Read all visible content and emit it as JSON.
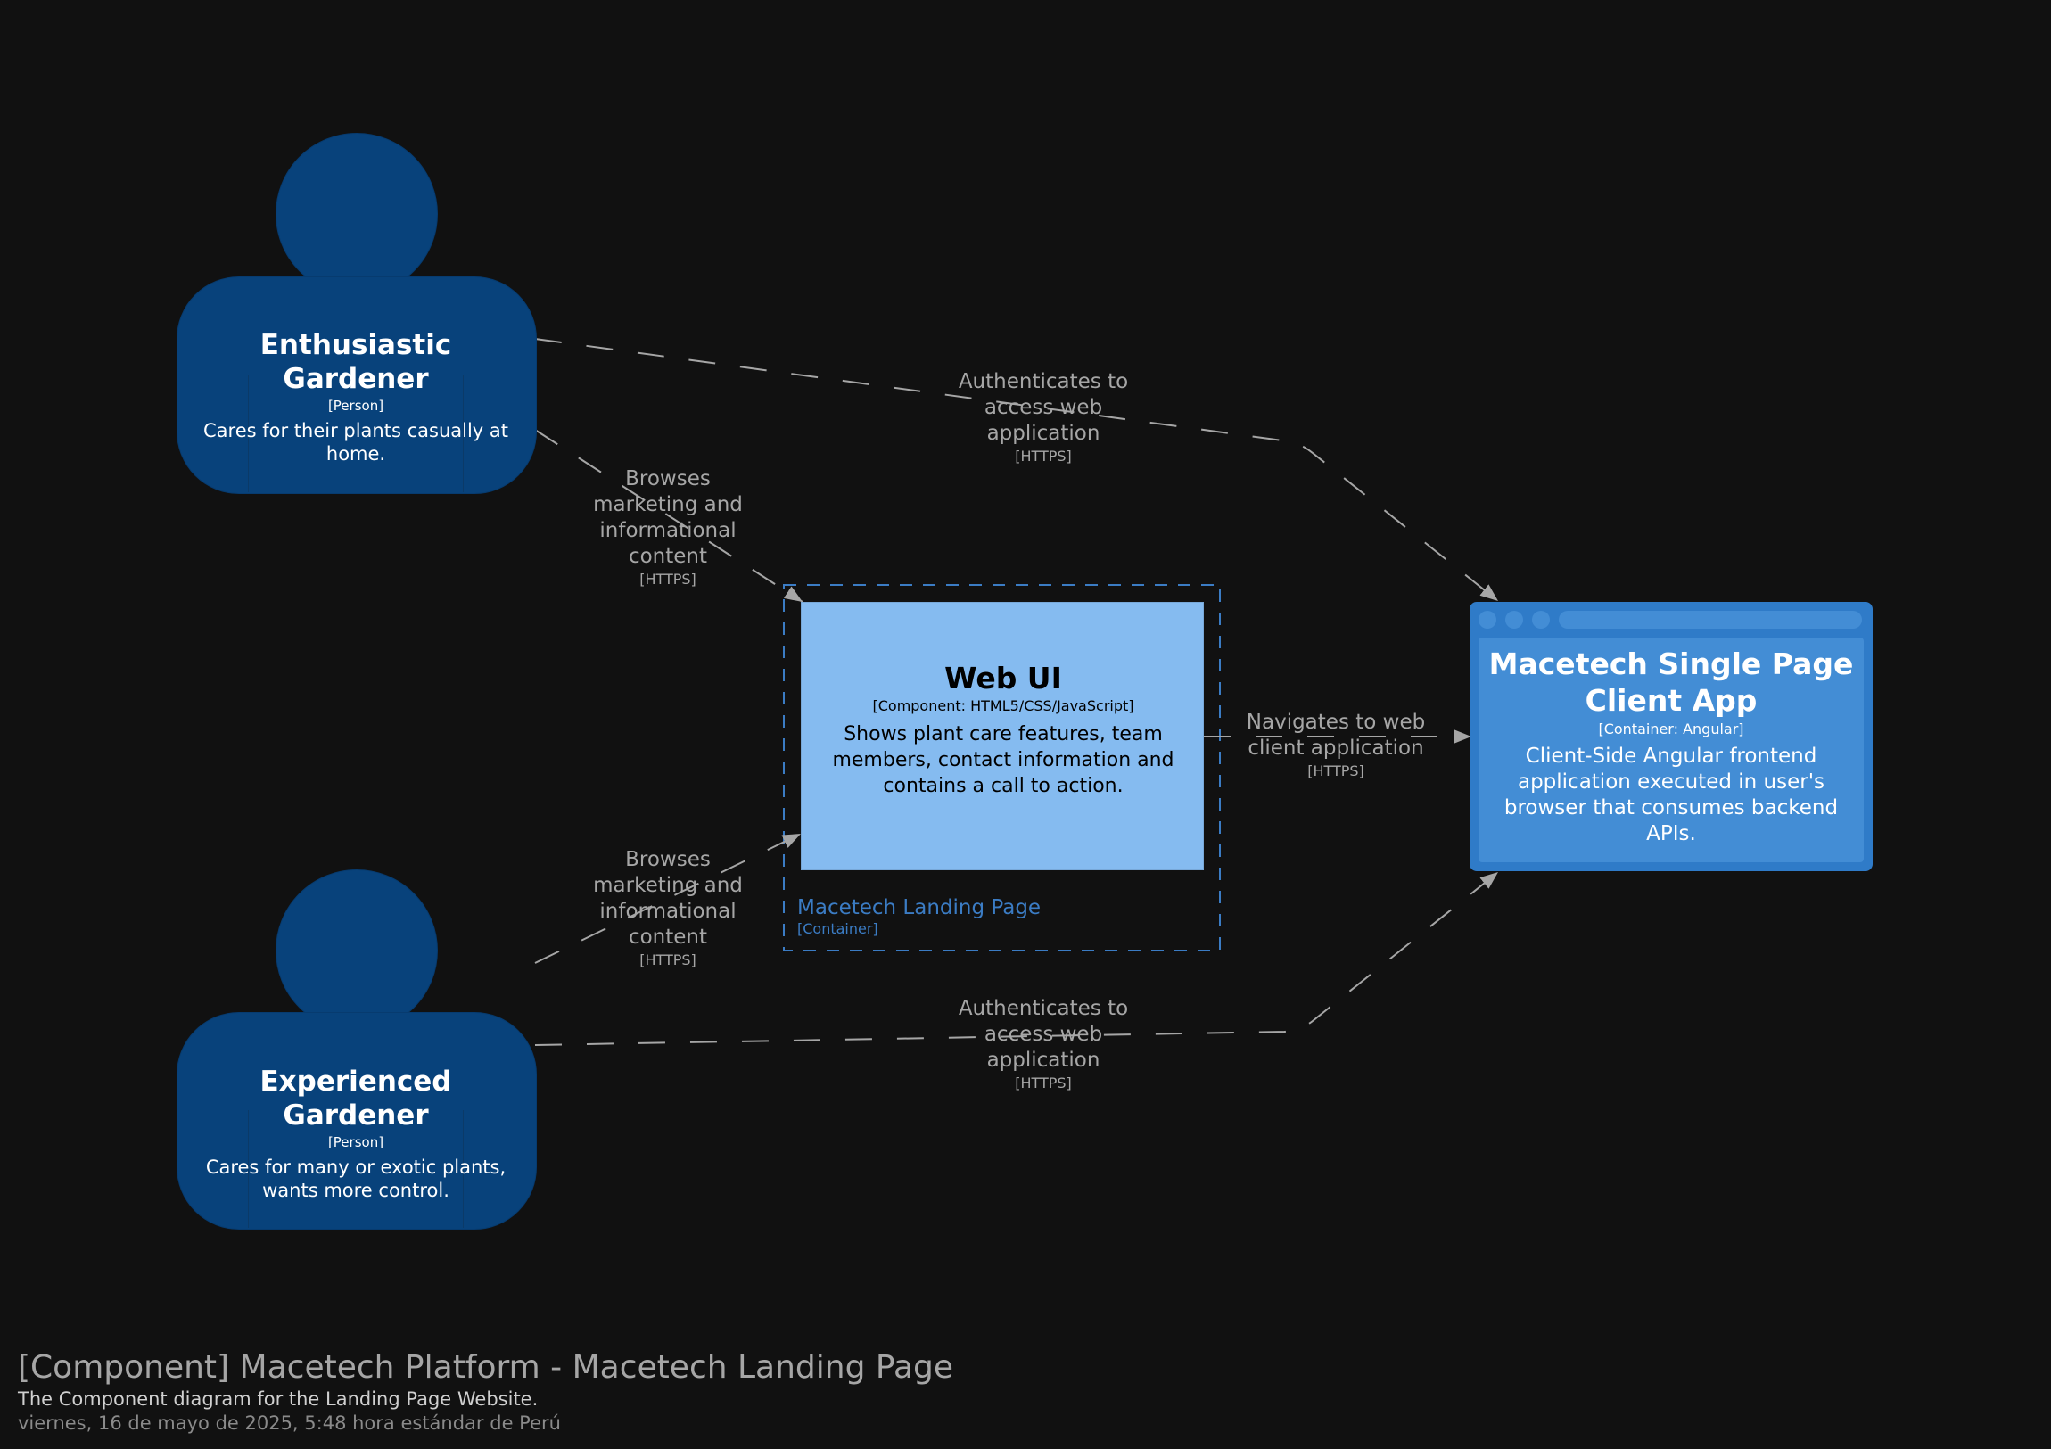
{
  "persons": [
    {
      "name": "Enthusiastic Gardener",
      "type": "[Person]",
      "description": "Cares for their plants casually at home."
    },
    {
      "name": "Experienced Gardener",
      "type": "[Person]",
      "description": "Cares for many or exotic plants, wants more control."
    }
  ],
  "component": {
    "name": "Web UI",
    "type": "[Component: HTML5/CSS/JavaScript]",
    "description": "Shows plant care features, team members, contact information and contains a call to action."
  },
  "boundary": {
    "name": "Macetech Landing Page",
    "type": "[Container]"
  },
  "container": {
    "name": "Macetech Single Page Client App",
    "type": "[Container: Angular]",
    "description": "Client-Side Angular frontend application executed in user's browser that consumes backend APIs."
  },
  "relations": [
    {
      "label": "Authenticates to access web application",
      "tech": "[HTTPS]"
    },
    {
      "label": "Browses marketing and informational content",
      "tech": "[HTTPS]"
    },
    {
      "label": "Navigates to web client application",
      "tech": "[HTTPS]"
    },
    {
      "label": "Browses marketing and informational content",
      "tech": "[HTTPS]"
    },
    {
      "label": "Authenticates to access web application",
      "tech": "[HTTPS]"
    }
  ],
  "footer": {
    "title": "[Component] Macetech Platform - Macetech Landing Page",
    "subtitle": "The Component diagram for the Landing Page Website.",
    "date": "viernes, 16 de mayo de 2025, 5:48 hora estándar de Perú"
  },
  "colors": {
    "background": "#111111",
    "person": "#08427b",
    "component": "#85bbf0",
    "container": "#438dd5",
    "boundary": "#3b7cc4",
    "relation": "#a6a6a6"
  }
}
